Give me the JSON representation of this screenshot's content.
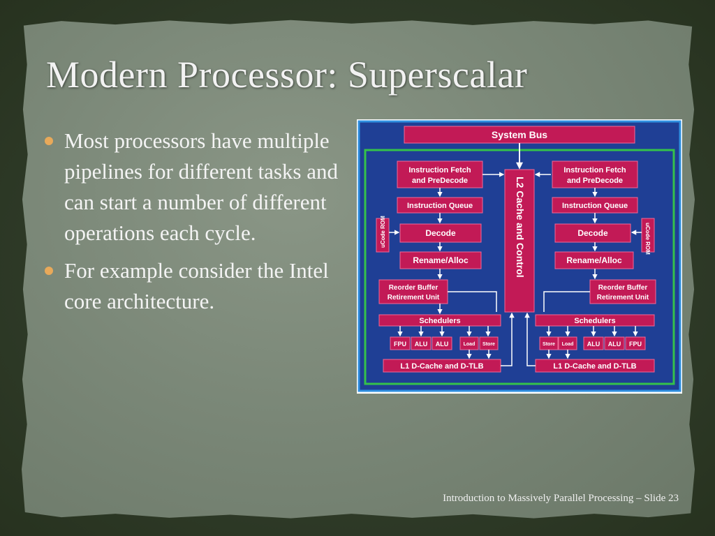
{
  "slide": {
    "title": "Modern Processor: Superscalar",
    "bullets": [
      "Most processors have multiple pipelines for different tasks and can start a number of different operations each cycle.",
      "For example consider the Intel core architecture."
    ],
    "footer": "Introduction to Massively Parallel Processing – Slide 23"
  },
  "diagram": {
    "system_bus": "System Bus",
    "l2_cache": "L2 Cache and Control",
    "left_core": {
      "fetch_line1": "Instruction Fetch",
      "fetch_line2": "and PreDecode",
      "queue": "Instruction Queue",
      "decode": "Decode",
      "ucode": "uCode ROM",
      "rename": "Rename/Alloc",
      "reorder_line1": "Reorder Buffer",
      "reorder_line2": "Retirement Unit",
      "schedulers": "Schedulers",
      "units": [
        "FPU",
        "ALU",
        "ALU",
        "Load",
        "Store"
      ],
      "l1": "L1 D-Cache and D-TLB"
    },
    "right_core": {
      "fetch_line1": "Instruction Fetch",
      "fetch_line2": "and PreDecode",
      "queue": "Instruction Queue",
      "decode": "Decode",
      "ucode": "uCode ROM",
      "rename": "Rename/Alloc",
      "reorder_line1": "Reorder Buffer",
      "reorder_line2": "Retirement Unit",
      "schedulers": "Schedulers",
      "units": [
        "Store",
        "Load",
        "ALU",
        "ALU",
        "FPU"
      ],
      "l1": "L1 D-Cache and D-TLB"
    },
    "colors": {
      "background": "#1f3f95",
      "box": "#c21a56",
      "green_border": "#35c24a",
      "outer_border": "#2f8fe0"
    }
  }
}
